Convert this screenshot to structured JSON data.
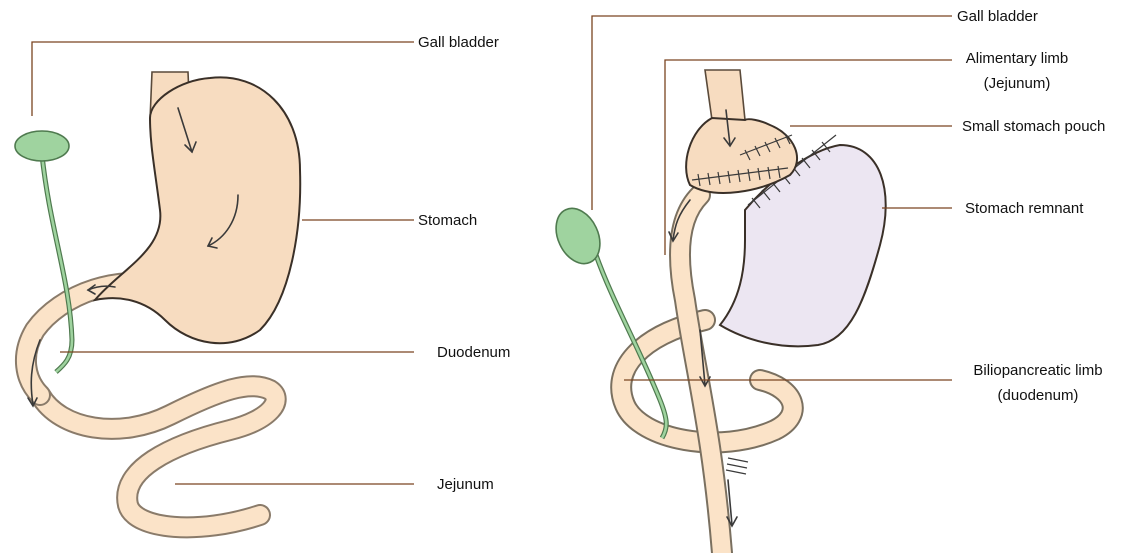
{
  "left_diagram": {
    "labels": {
      "gall_bladder": "Gall bladder",
      "stomach": "Stomach",
      "duodenum": "Duodenum",
      "jejunum": "Jejunum"
    }
  },
  "right_diagram": {
    "labels": {
      "gall_bladder": "Gall bladder",
      "alimentary_limb": "Alimentary limb",
      "alimentary_limb_sub": "(Jejunum)",
      "small_stomach_pouch": "Small stomach pouch",
      "stomach_remnant": "Stomach remnant",
      "biliopancreatic_limb": "Biliopancreatic limb",
      "biliopancreatic_limb_sub": "(duodenum)"
    }
  },
  "colors": {
    "stomach_fill": "#f7dcc0",
    "gall_bladder_fill": "#9fd39f",
    "remnant_fill": "#ece6f2",
    "intestine_fill": "#fbe3c8",
    "leader": "#7a4420"
  }
}
